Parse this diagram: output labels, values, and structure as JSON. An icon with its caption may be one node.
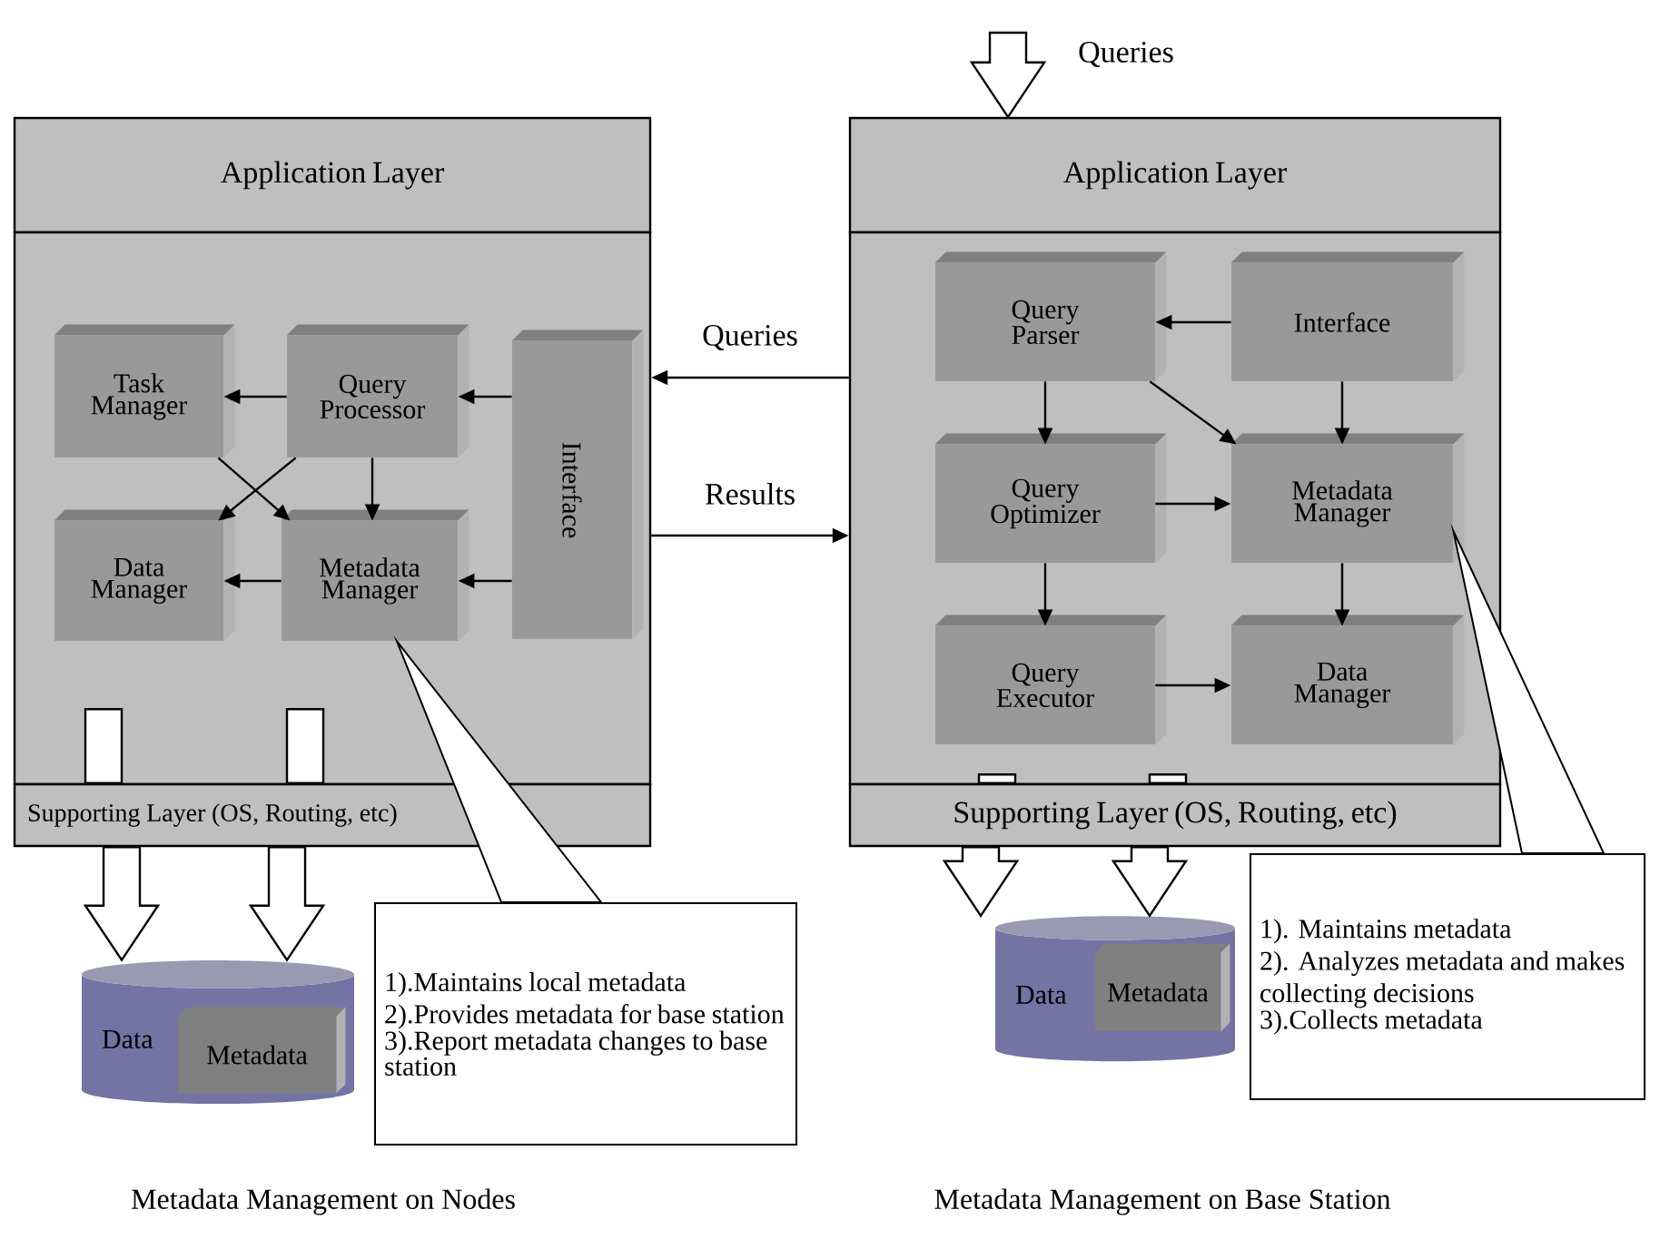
{
  "diagram": {
    "nodes": [
      {
        "text": [
          "Application Layer"
        ]
      },
      {
        "text": [],
        "shape": "box"
      },
      {
        "text": [
          "Task Manager"
        ],
        "in": 1
      },
      {
        "text": [
          "Query Processor"
        ],
        "in": 1
      },
      {
        "text": [
          "Interface"
        ],
        "in": 1
      },
      {
        "text": [
          "Data Manager"
        ],
        "in": 1
      },
      {
        "text": [
          "Metadata Manager"
        ],
        "in": 1
      },
      {
        "text": [
          "Supporting Layer (OS, Routing, etc)"
        ]
      },
      {
        "text": [
          "Data"
        ]
      },
      {
        "text": [
          "Metadata"
        ],
        "in": 8
      },
      {
        "text": [
          "1).Maintains local metadata",
          "2).Provides metadata for base station",
          "3).Report metadata changes to base station"
        ]
      },
      {
        "text": [
          "Application Layer"
        ]
      },
      {
        "text": [],
        "shape": "box"
      },
      {
        "text": [
          "Query Parser"
        ],
        "in": 12
      },
      {
        "text": [
          "Interface"
        ],
        "in": 12
      },
      {
        "text": [
          "Query Optimizer"
        ],
        "in": 12
      },
      {
        "text": [
          "Metadata Manager"
        ],
        "in": 12
      },
      {
        "text": [
          "Query Executor"
        ],
        "in": 12
      },
      {
        "text": [
          "Data Manager"
        ],
        "in": 12
      },
      {
        "text": [
          "Supporting Layer (OS, Routing, etc)"
        ]
      },
      {
        "text": [
          "Data"
        ]
      },
      {
        "text": [
          "Metadata"
        ],
        "in": 20
      },
      {
        "text": [
          "1). Maintains metadata",
          "2). Analyzes metadata and makes collecting decisions",
          "3).Collects metadata"
        ]
      }
    ],
    "edges": [
      {
        "from": 3,
        "to": 2,
        "arrow": "to"
      },
      {
        "from": 4,
        "to": 3,
        "arrow": "to"
      },
      {
        "from": 3,
        "to": 5,
        "arrow": "to"
      },
      {
        "from": 2,
        "to": 6,
        "arrow": "to"
      },
      {
        "from": 3,
        "to": 6,
        "arrow": "to"
      },
      {
        "from": 6,
        "to": 5,
        "arrow": "to"
      },
      {
        "from": 4,
        "to": 6,
        "arrow": "to"
      },
      {
        "from": 1,
        "to": 7,
        "arrow": "none"
      },
      {
        "from": 1,
        "to": 7,
        "arrow": "none"
      },
      {
        "from": 7,
        "to": 8,
        "arrow": "to"
      },
      {
        "from": 7,
        "to": 8,
        "arrow": "to"
      },
      {
        "from": 10,
        "to": 6,
        "arrow": "none"
      },
      {
        "from": 12,
        "to": 1,
        "arrow": "to",
        "label": "Queries"
      },
      {
        "from": 1,
        "to": 12,
        "arrow": "to",
        "label": "Results"
      },
      {
        "from": null,
        "to": 11,
        "arrow": "to",
        "label": "Queries"
      },
      {
        "from": 14,
        "to": 13,
        "arrow": "to"
      },
      {
        "from": 13,
        "to": 15,
        "arrow": "to"
      },
      {
        "from": 13,
        "to": 16,
        "arrow": "to"
      },
      {
        "from": 14,
        "to": 16,
        "arrow": "to"
      },
      {
        "from": 15,
        "to": 16,
        "arrow": "to"
      },
      {
        "from": 15,
        "to": 17,
        "arrow": "to"
      },
      {
        "from": 16,
        "to": 18,
        "arrow": "to"
      },
      {
        "from": 17,
        "to": 18,
        "arrow": "to"
      },
      {
        "from": 12,
        "to": 19,
        "arrow": "none"
      },
      {
        "from": 12,
        "to": 19,
        "arrow": "none"
      },
      {
        "from": 19,
        "to": 20,
        "arrow": "to"
      },
      {
        "from": 19,
        "to": 20,
        "arrow": "to"
      },
      {
        "from": 22,
        "to": 16,
        "arrow": "none"
      }
    ],
    "labels": [
      "Metadata Management on Nodes",
      "Metadata Management on Base Station"
    ]
  }
}
